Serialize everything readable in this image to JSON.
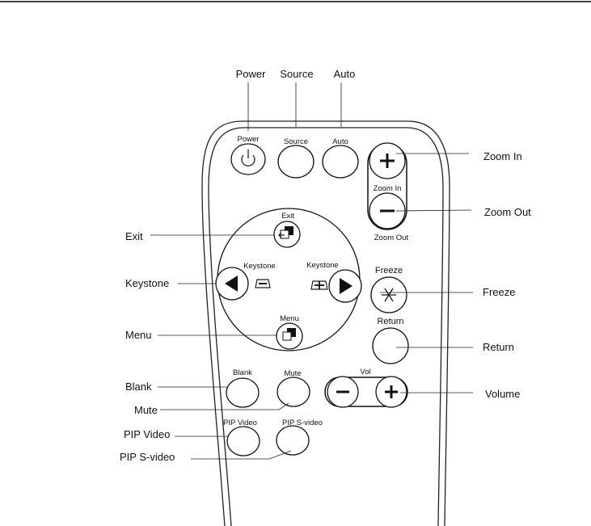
{
  "top_labels": {
    "power": "Power",
    "source": "Source",
    "auto": "Auto"
  },
  "button_labels": {
    "power": "Power",
    "source": "Source",
    "auto": "Auto",
    "zoom_in": "Zoom In",
    "zoom_out": "Zoom Out",
    "exit": "Exit",
    "keystone_left": "Keystone",
    "keystone_right": "Keystone",
    "menu": "Menu",
    "freeze": "Freeze",
    "return": "Return",
    "blank": "Blank",
    "mute": "Mute",
    "vol": "Vol",
    "pip_video": "PIP Video",
    "pip_svideo": "PIP S-video"
  },
  "left_callouts": {
    "exit": "Exit",
    "keystone": "Keystone",
    "menu": "Menu",
    "blank": "Blank",
    "mute": "Mute",
    "pip_video": "PIP Video",
    "pip_svideo": "PIP S-video"
  },
  "right_callouts": {
    "zoom_in": "Zoom In",
    "zoom_out": "Zoom Out",
    "freeze": "Freeze",
    "return": "Return",
    "volume": "Volume"
  }
}
